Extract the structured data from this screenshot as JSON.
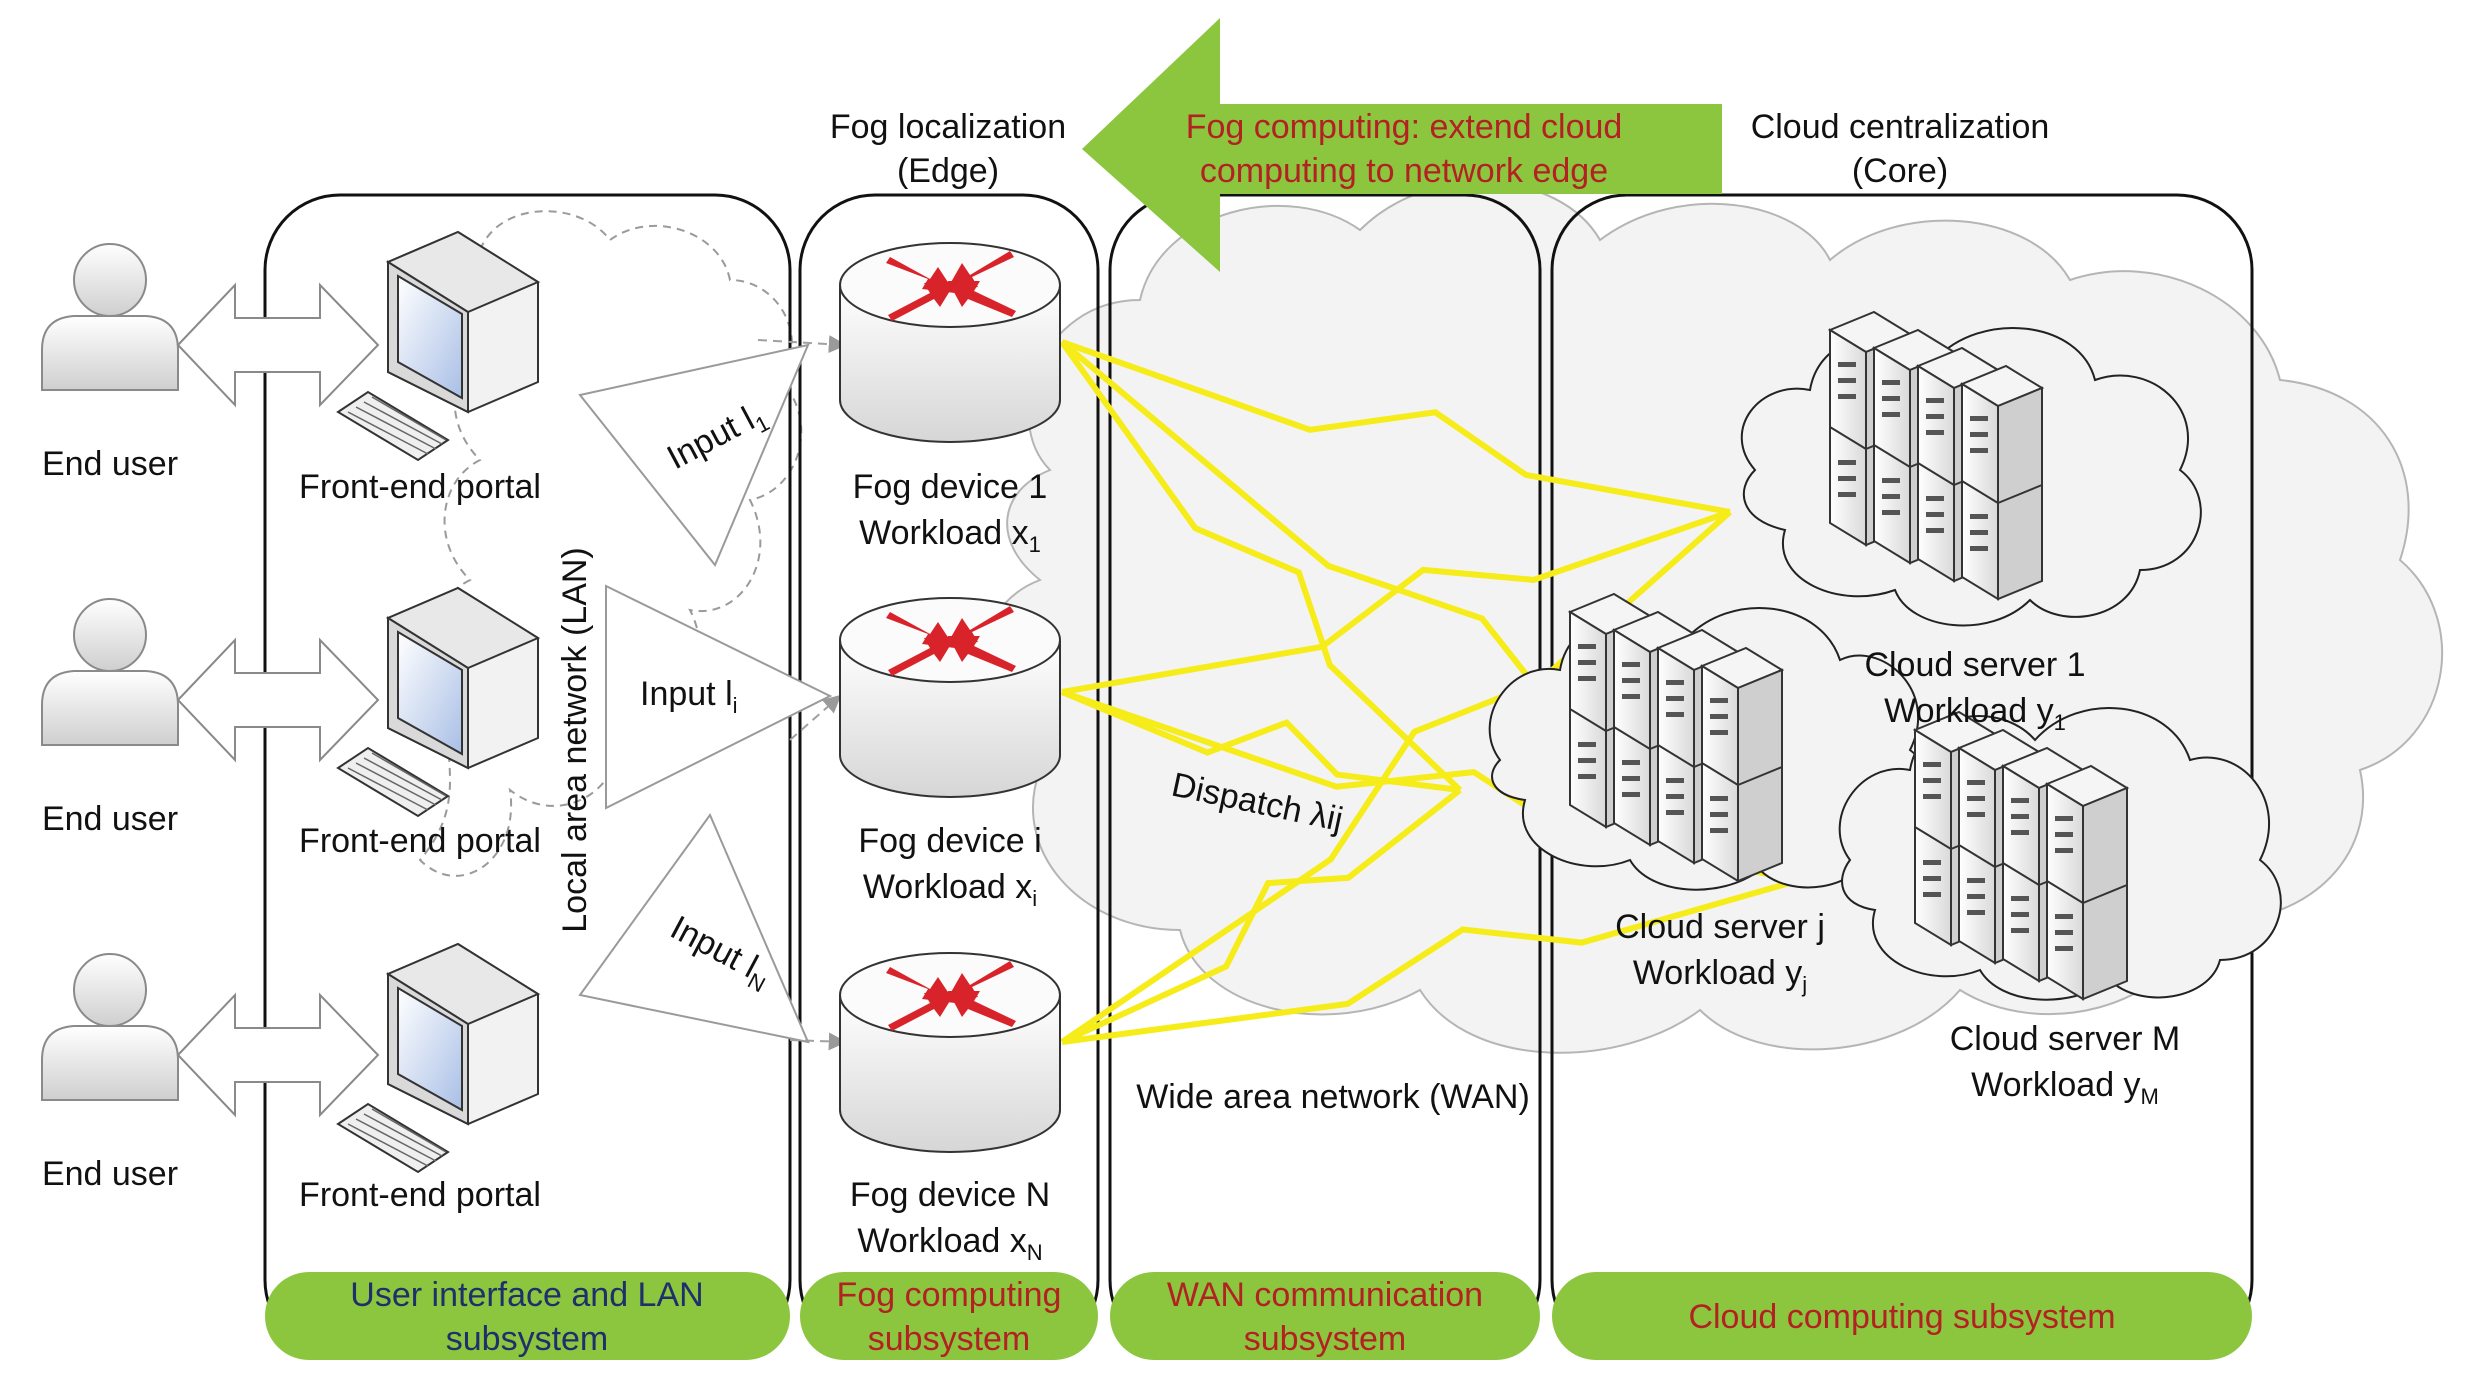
{
  "colors": {
    "banner_green": "#8cc63f",
    "panel_green": "#8cc63f",
    "lightning_yellow": "#f5ec1a",
    "router_arrow_red": "#d8232a",
    "panel_border": "#111111",
    "red_text": "#b22222",
    "blue_text": "#1f2f6b"
  },
  "banner": {
    "line1": "Fog computing: extend cloud",
    "line2": "computing to network edge"
  },
  "headings": {
    "fog_line1": "Fog localization",
    "fog_line2": "(Edge)",
    "cloud_line1": "Cloud centralization",
    "cloud_line2": "(Core)"
  },
  "users": [
    {
      "label": "End user",
      "portal": "Front-end portal"
    },
    {
      "label": "End user",
      "portal": "Front-end portal"
    },
    {
      "label": "End user",
      "portal": "Front-end portal"
    }
  ],
  "lan_label": "Local area network (LAN)",
  "inputs": [
    {
      "base": "Input l",
      "sub": "1"
    },
    {
      "base": "Input l",
      "sub": "i"
    },
    {
      "base": "Input l",
      "sub": "N"
    }
  ],
  "fog_devices": [
    {
      "name": "Fog device 1",
      "workload": "Workload x",
      "sub": "1"
    },
    {
      "name": "Fog device i",
      "workload": "Workload x",
      "sub": "i"
    },
    {
      "name": "Fog device N",
      "workload": "Workload x",
      "sub": "N"
    }
  ],
  "dispatch_label": "Dispatch λij",
  "wan_label": "Wide area network (WAN)",
  "cloud_servers": [
    {
      "name": "Cloud server 1",
      "workload": "Workload y",
      "sub": "1"
    },
    {
      "name": "Cloud server j",
      "workload": "Workload y",
      "sub": "j"
    },
    {
      "name": "Cloud server M",
      "workload": "Workload y",
      "sub": "M"
    }
  ],
  "subsystems": [
    {
      "line1": "User interface and LAN",
      "line2": "subsystem"
    },
    {
      "line1": "Fog computing",
      "line2": "subsystem"
    },
    {
      "line1": "WAN communication",
      "line2": "subsystem"
    },
    {
      "line1": "Cloud computing subsystem",
      "line2": ""
    }
  ]
}
